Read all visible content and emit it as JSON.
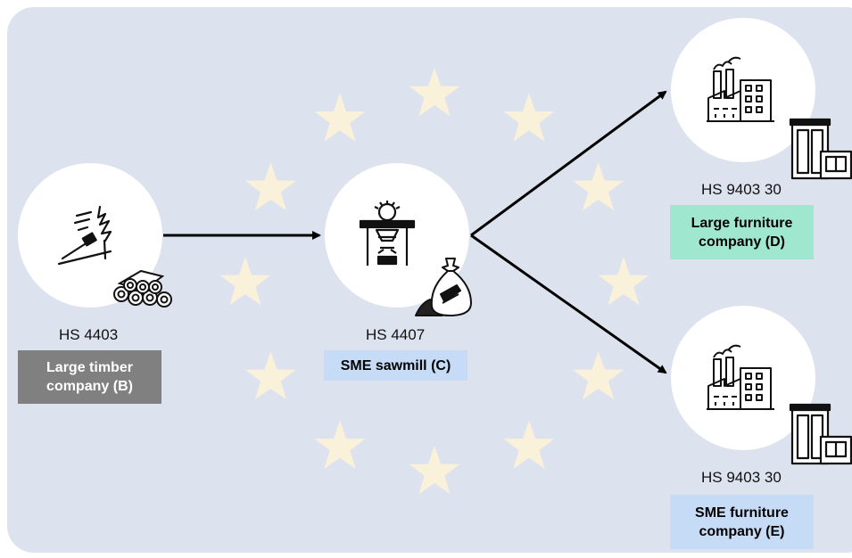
{
  "colors": {
    "background": "#dde2ef",
    "stars": "#faf1da",
    "timber_label_bg": "#808080",
    "timber_label_text": "#ffffff",
    "sawmill_label_bg": "#c6dcf6",
    "large_furniture_label_bg": "#9fe8cf",
    "sme_furniture_label_bg": "#c6dcf6",
    "arrow": "#000000"
  },
  "nodes": {
    "timber": {
      "code": "HS 4403",
      "label": "Large timber company (B)",
      "icon": "tree-felling-icon",
      "badge_icon": "log-pile-icon"
    },
    "sawmill": {
      "code": "HS 4407",
      "label": "SME sawmill (C)",
      "icon": "sawmill-icon",
      "badge_icon": "sawdust-bag-icon"
    },
    "large_furniture": {
      "code": "HS 9403 30",
      "label": "Large furniture company (D)",
      "icon": "factory-icon",
      "badge_icon": "cabinet-icon"
    },
    "sme_furniture": {
      "code": "HS 9403 30",
      "label": "SME furniture company (E)",
      "icon": "factory-icon",
      "badge_icon": "cabinet-icon"
    }
  }
}
